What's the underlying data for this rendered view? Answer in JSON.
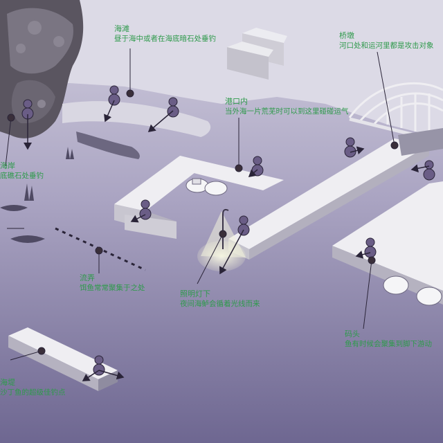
{
  "labels": {
    "tidal_flat": {
      "title": "海滩",
      "desc": "昼于海中或者在海底暗石处垂钓"
    },
    "bridge_pier": {
      "title": "桥墩",
      "desc": "河口处和运河里都是攻击对象"
    },
    "inner_harbor": {
      "title": "港口内",
      "desc": "当外海一片荒芜时可以到这里碰碰运气"
    },
    "shore": {
      "title": "海岸",
      "desc": "底礁石处垂钓"
    },
    "current": {
      "title": "流弄",
      "desc": "饵鱼常常聚集于之处"
    },
    "under_light": {
      "title": "照明灯下",
      "desc": "夜间海鲈会循着光线而来"
    },
    "jetty_head": {
      "title": "码头",
      "desc": "鱼有时候会聚集到脚下游动"
    },
    "breakwater": {
      "title": "海堤",
      "desc": "沙丁鱼的超级佳钓点"
    }
  },
  "colors": {
    "text": "#2f9a4c",
    "sea_light": "#c9c6d8",
    "sea_dark": "#6f6890",
    "structure": "#e6e5ea",
    "angler": "#6a5d86"
  }
}
